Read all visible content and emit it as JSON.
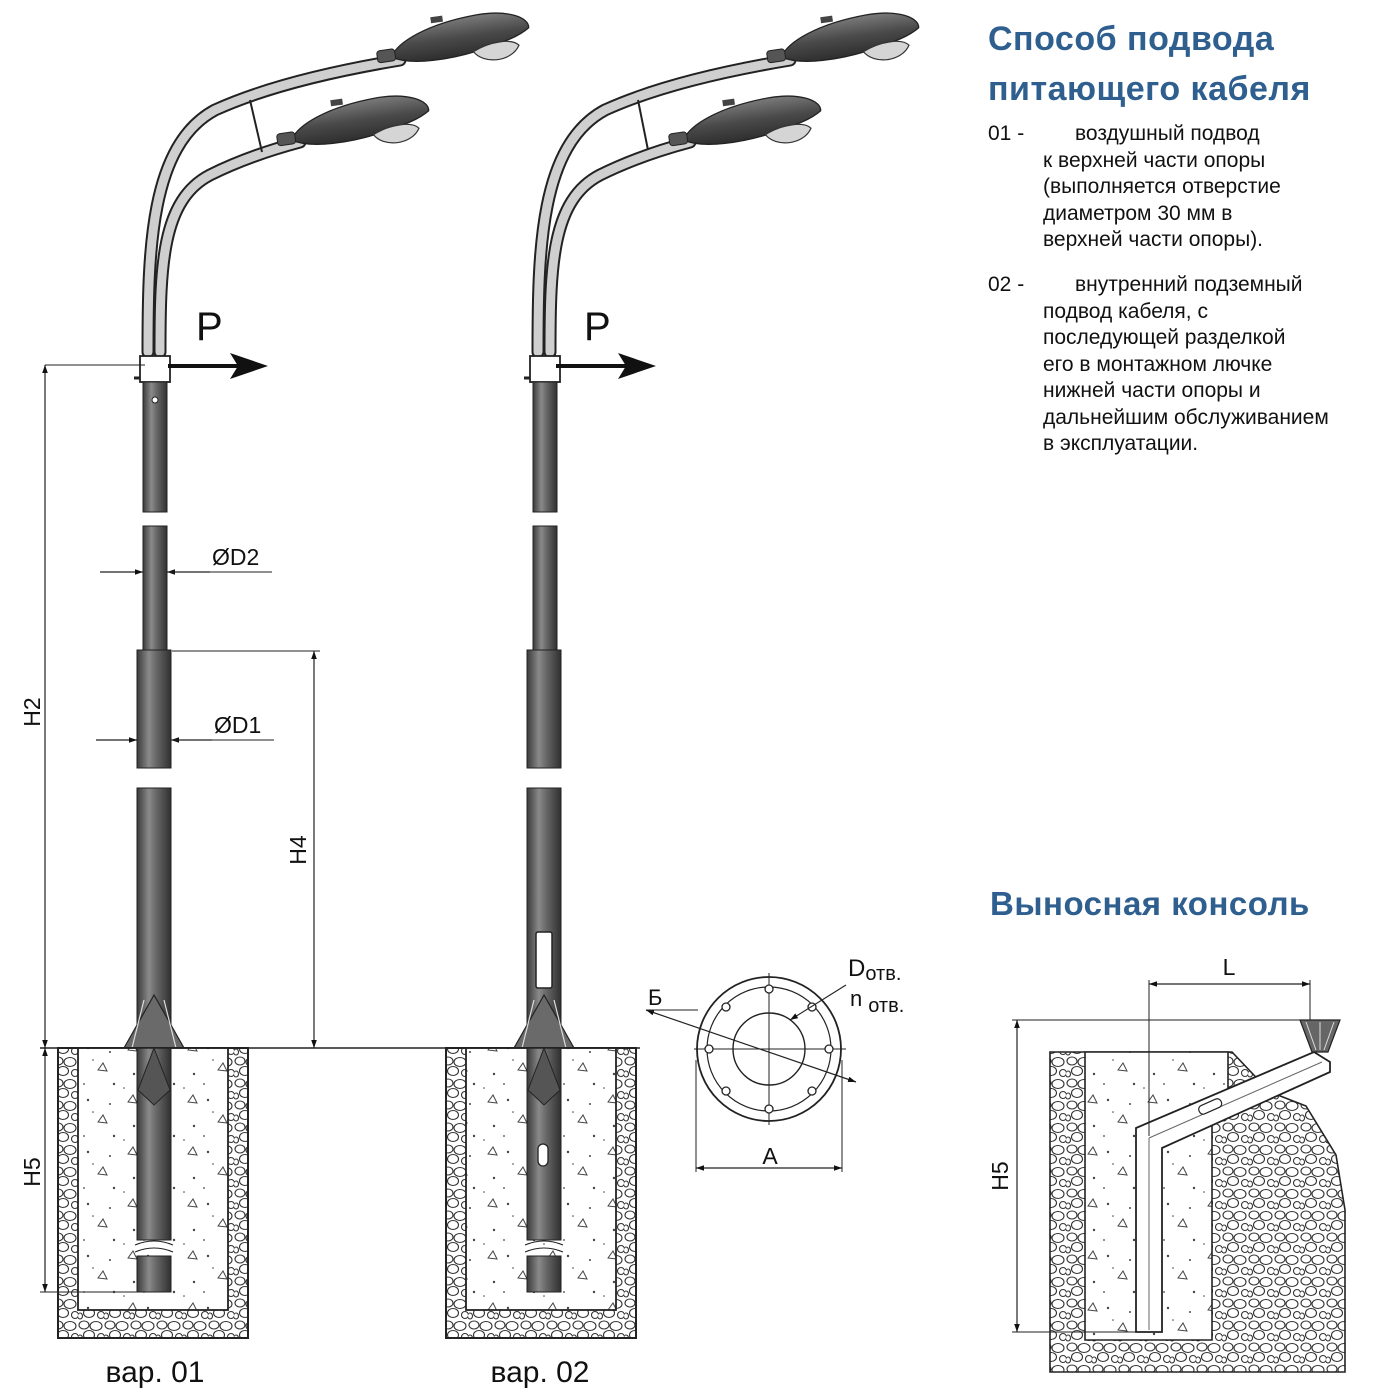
{
  "titles": {
    "cable_supply": [
      "Способ подвода",
      "питающего кабеля"
    ],
    "remote_console": "Выносная консоль"
  },
  "notes": [
    {
      "num": "01 -",
      "lines": [
        "воздушный подвод",
        "к верхней части опоры",
        "(выполняется отверстие",
        "диаметром 30 мм в",
        "верхней части опоры)."
      ]
    },
    {
      "num": "02 -",
      "lines": [
        "внутренний подземный",
        "подвод кабеля, с",
        "последующей разделкой",
        "его в монтажном лючке",
        "нижней части опоры и",
        "дальнейшим обслуживанием",
        "в эксплуатации."
      ]
    }
  ],
  "labels": {
    "force": "P",
    "h2": "H2",
    "h4": "H4",
    "h5": "H5",
    "d1": "ØD1",
    "d2": "ØD2",
    "var1": "вар. 01",
    "var2": "вар. 02",
    "flange_b": "Б",
    "flange_d_main": "D",
    "flange_d_sub": "отв.",
    "flange_n_main": "n",
    "flange_n_sub": "отв.",
    "flange_a": "A",
    "console_l": "L",
    "console_h5": "H5"
  },
  "colors": {
    "title": "#2e5f8f",
    "pole": "#5e5e5e",
    "lamp": "#4f4f4f",
    "ink": "#111111"
  }
}
